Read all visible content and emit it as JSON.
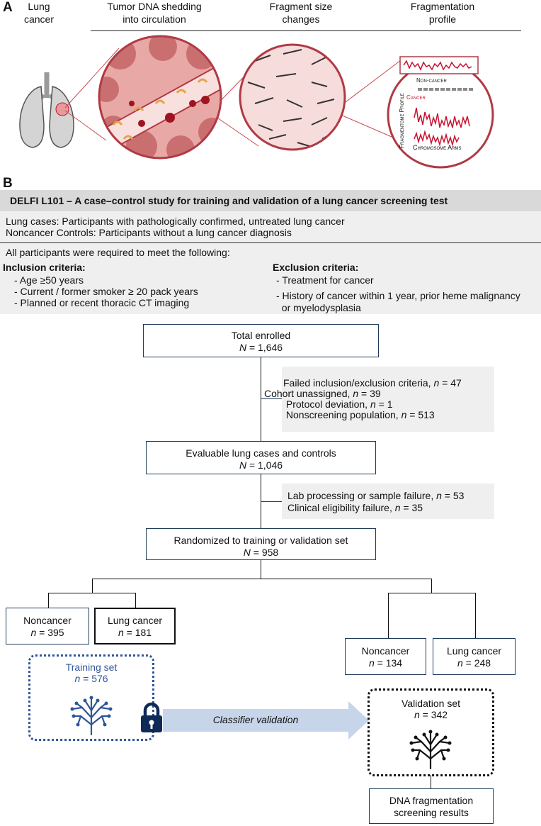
{
  "panel_a": {
    "letter": "A",
    "headers": [
      {
        "line1": "Lung",
        "line2": "cancer"
      },
      {
        "line1": "Tumor DNA shedding",
        "line2": "into circulation"
      },
      {
        "line1": "Fragment size",
        "line2": "changes"
      },
      {
        "line1": "Fragmentation",
        "line2": "profile"
      }
    ],
    "profile_labels": {
      "y_axis": "Fragmentome Profile",
      "noncancer": "Non-cancer",
      "cancer": "Cancer",
      "x_axis": "Chromosome Arms"
    },
    "colors": {
      "cancer": "#c8102e",
      "noncancer": "#8a8a8a",
      "blood": "#f2c4c0",
      "vessel": "#c94a52"
    }
  },
  "panel_b": {
    "letter": "B",
    "title": "DELFI L101 – A case–control study for training and validation of a lung cancer screening test",
    "definitions": [
      "Lung cases: Participants with pathologically confirmed, untreated lung cancer",
      "Noncancer Controls: Participants without a lung cancer diagnosis"
    ],
    "intro": "All participants were required to meet the following:",
    "inclusion": {
      "heading": "Inclusion criteria:",
      "items": [
        "-  Age ≥50 years",
        "-  Current / former smoker ≥ 20 pack years",
        "-  Planned or recent thoracic CT imaging"
      ]
    },
    "exclusion": {
      "heading": "Exclusion criteria:",
      "items": [
        "- Treatment for cancer",
        "- History of cancer within 1 year, prior heme malignancy",
        "  or myelodysplasia"
      ]
    }
  },
  "flow": {
    "enrolled": {
      "label": "Total enrolled",
      "n_sym": "N",
      "n_val": " = 1,646"
    },
    "exclusions1": [
      {
        "text": "Failed inclusion/exclusion criteria, ",
        "sym": "n",
        "val": " = 47"
      },
      {
        "text": "Cohort unassigned, ",
        "sym": "n",
        "val": " = 39"
      },
      {
        "text": " Protocol deviation, ",
        "sym": "n",
        "val": " = 1"
      },
      {
        "text": " Nonscreening population, ",
        "sym": "n",
        "val": " = 513"
      }
    ],
    "evaluable": {
      "label": "Evaluable lung cases and controls",
      "n_sym": "N",
      "n_val": " = 1,046"
    },
    "exclusions2": [
      {
        "text": "Lab processing or sample failure, ",
        "sym": "n",
        "val": " = 53"
      },
      {
        "text": "Clinical eligibility failure, ",
        "sym": "n",
        "val": " = 35"
      }
    ],
    "randomized": {
      "label": "Randomized to training or validation set",
      "n_sym": "N",
      "n_val": " = 958"
    },
    "train_noncancer": {
      "label": "Noncancer",
      "n_sym": "n",
      "n_val": " = 395"
    },
    "train_cancer": {
      "label": "Lung cancer",
      "n_sym": "n",
      "n_val": " = 181"
    },
    "training_set": {
      "label": "Training set",
      "n_sym": "n",
      "n_val": " = 576"
    },
    "val_noncancer": {
      "label": "Noncancer",
      "n_sym": "n",
      "n_val": " = 134"
    },
    "val_cancer": {
      "label": "Lung cancer",
      "n_sym": "n",
      "n_val": " = 248"
    },
    "validation_set": {
      "label": "Validation set",
      "n_sym": "n",
      "n_val": " = 342"
    },
    "arrow_label": "Classifier validation",
    "results": {
      "line1": "DNA fragmentation",
      "line2": "screening results"
    },
    "colors": {
      "training": "#2f5597",
      "arrow": "#c7d5ea",
      "lock": "#0f2a57"
    }
  }
}
